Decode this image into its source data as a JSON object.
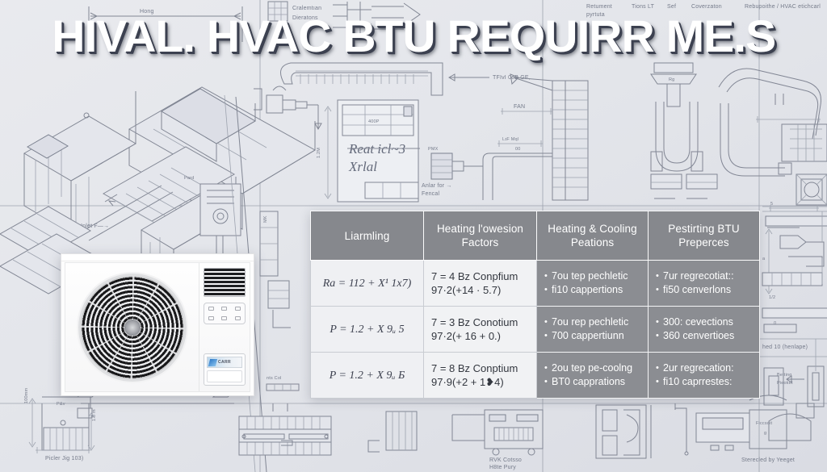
{
  "title": "HIVAL. HVAC BTU REQUIRR ME.S",
  "hvac_unit": {
    "brand_word": "CARR",
    "name": "outdoor-condenser-unit"
  },
  "table": {
    "headers": [
      "Liarmling",
      "Heating l'owesion Factors",
      "Heating & Cooling Peations",
      "Pestirting BTU Preperces"
    ],
    "rows": [
      {
        "col1": "Ra = 112 + X¹ 1x7)",
        "col2": [
          "7 = 4 Bz Conpfium",
          "97·2(+14 · 5.7)"
        ],
        "col3": [
          "7ou tep pechletic",
          "fi10 cappertions"
        ],
        "col4": [
          "7ur regrecotiat::",
          "fi50 cenverlons"
        ]
      },
      {
        "col1": "P = 1.2 + X 9ᵤ 5",
        "col2": [
          "7 = 3 Bz Conotium",
          "97·2(+ 16 + 0.)"
        ],
        "col3": [
          "7ou rep pechletic",
          "700 cappertiunn"
        ],
        "col4": [
          "300: cevections",
          "360 cenvertioes"
        ]
      },
      {
        "col1": "P = 1.2 + X 9ᵤ Б",
        "col2": [
          "7 = 8 Bz Conptium",
          "97·9(+2 + 1❥4)"
        ],
        "col3": [
          "2ou tep pe-coolng",
          "BT0 capprations"
        ],
        "col4": [
          "2ur regrecation:",
          "fi10 caprrestes:"
        ]
      }
    ]
  },
  "blueprint_labels": {
    "top_left_dim": "Hong",
    "top_mid_1": "Cralemtıan",
    "top_mid_2": "Dieratons",
    "top_right_1": "Retument",
    "top_right_2": "pyrtuta",
    "top_right_3": "Tions LT",
    "top_right_4": "Sef",
    "top_right_5": "Coverzaton",
    "top_right_6": "Rebupoithe / HVAC etichcarl",
    "duct_callout": "TFIvI 0eB GE,",
    "panel_hand_1": "Reat icl~3",
    "panel_hand_2": "Xrlal",
    "fan_label": "FAN",
    "fan_dim": "LɪF Mql",
    "fan_dim_val": "00",
    "anchor_1": "Anlar for →",
    "anchor_2": "Fencal",
    "rig_label": "Rg",
    "side_note": "Pard",
    "left_note_1": "Inlet F—→",
    "left_note_2": "Picler Jig 103)",
    "mid_bottom_1": "RVK Cotsso",
    "mid_bottom_2": "H8te Pury",
    "right_bottom": "Sterecled by Yeeget",
    "right_box": "Ficcsoit",
    "right_box_sub": "g",
    "right_mid_1": "hed 10 (henlape)",
    "right_mid_2": "Betting",
    "right_mid_3": "Pieoket",
    "left_cool": "nts Col"
  }
}
